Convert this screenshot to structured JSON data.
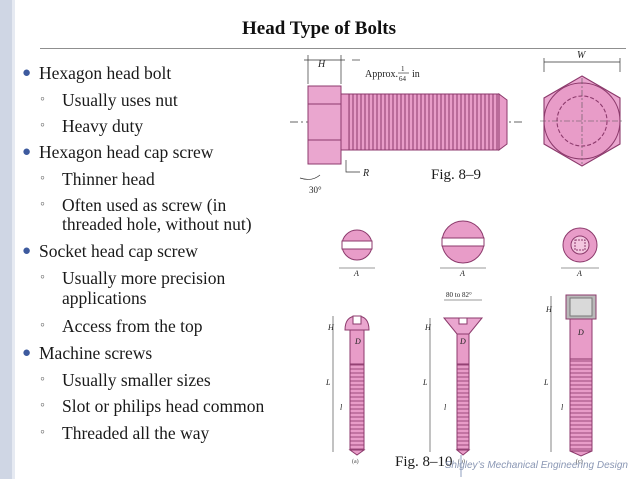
{
  "slide": {
    "title": "Head Type of Bolts",
    "bullets": [
      {
        "text": "Hexagon head bolt",
        "sub": [
          "Usually uses nut",
          "Heavy duty"
        ]
      },
      {
        "text": "Hexagon head cap screw",
        "sub": [
          "Thinner head",
          "Often used as screw (in",
          "threaded hole, without nut)"
        ]
      },
      {
        "text": "Socket head cap screw",
        "sub": [
          "Usually more precision",
          "applications",
          "Access from the top"
        ]
      },
      {
        "text": "Machine screws",
        "sub": [
          "Usually smaller sizes",
          "Slot or philips head common",
          "Threaded all the way"
        ]
      }
    ],
    "fig_top_label": "Fig. 8–9",
    "fig_bottom_label": "Fig. 8–10",
    "footer": "Shigley’s Mechanical Engineering Design"
  },
  "drawing": {
    "dim_H": "H",
    "dim_W": "W",
    "dim_R": "R",
    "approx": "Approx.",
    "approx_num": "1",
    "approx_den": "64",
    "approx_unit": "in",
    "angle": "30°",
    "dim_A": "A",
    "dim_D": "D",
    "dim_L": "L",
    "dim_l": "l",
    "angle_countersink": "80 to 82°",
    "label_a": "(a)",
    "label_b": "(b)",
    "label_c": "(c)"
  },
  "colors": {
    "part_fill": "#e89cc8",
    "part_stroke": "#8c3a6c",
    "accent_bullet": "#3d5a9e",
    "footer": "#8a97b4"
  }
}
